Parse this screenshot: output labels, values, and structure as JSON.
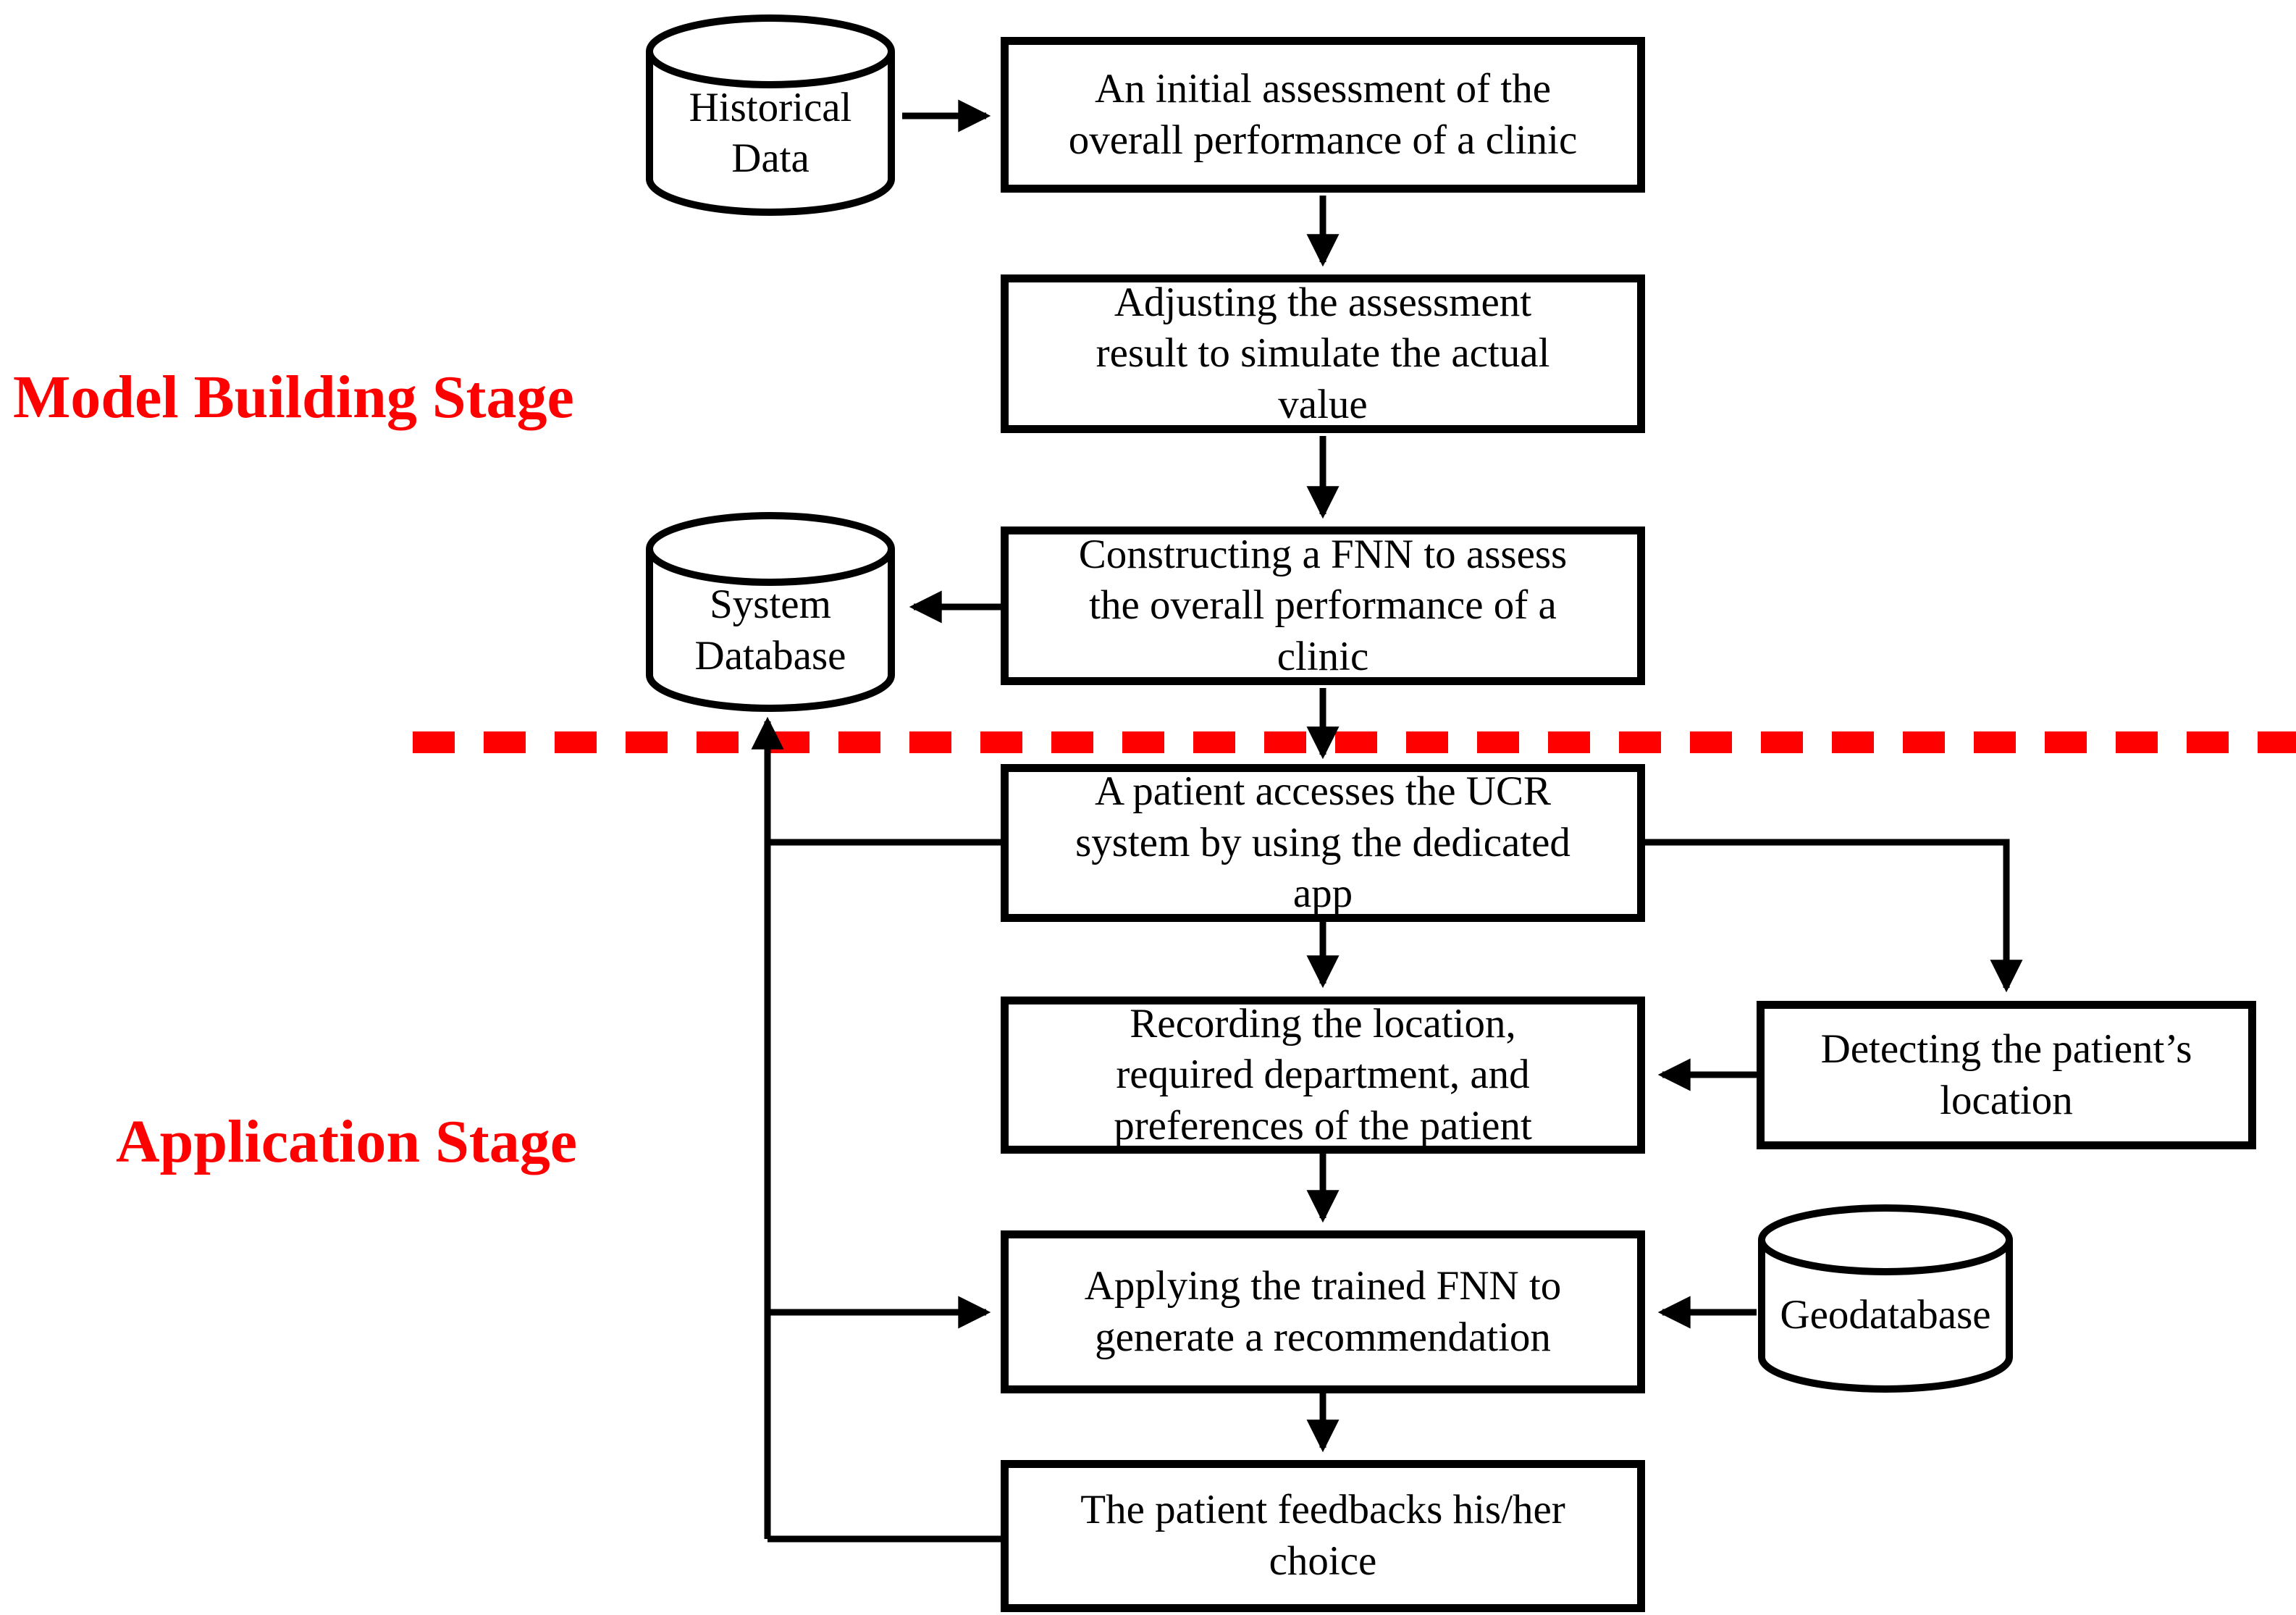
{
  "stages": {
    "model_building": {
      "label": "Model Building Stage"
    },
    "application": {
      "label": "Application Stage"
    }
  },
  "nodes": {
    "historical_data": {
      "type": "database",
      "label": "Historical\nData"
    },
    "initial_assessment": {
      "type": "process",
      "label": "An initial assessment of the\noverall performance of a clinic"
    },
    "adjusting_assessment": {
      "type": "process",
      "label": "Adjusting the assessment\nresult to simulate the actual\nvalue"
    },
    "constructing_fnn": {
      "type": "process",
      "label": "Constructing a FNN to assess\nthe overall performance of a\nclinic"
    },
    "system_database": {
      "type": "database",
      "label": "System\nDatabase"
    },
    "patient_access": {
      "type": "process",
      "label": "A patient accesses the UCR\nsystem by using the dedicated\napp"
    },
    "recording_preferences": {
      "type": "process",
      "label": "Recording the location,\nrequired department, and\npreferences of the patient"
    },
    "detecting_location": {
      "type": "process",
      "label": "Detecting the patient’s\nlocation"
    },
    "applying_fnn": {
      "type": "process",
      "label": "Applying the trained FNN to\ngenerate a recommendation"
    },
    "geodatabase": {
      "type": "database",
      "label": "Geodatabase"
    },
    "patient_feedback": {
      "type": "process",
      "label": "The patient feedbacks his/her\nchoice"
    }
  },
  "colors": {
    "stage_text": "#ff0000",
    "divider": "#ff0000",
    "shape_stroke": "#000000",
    "background": "#ffffff"
  }
}
